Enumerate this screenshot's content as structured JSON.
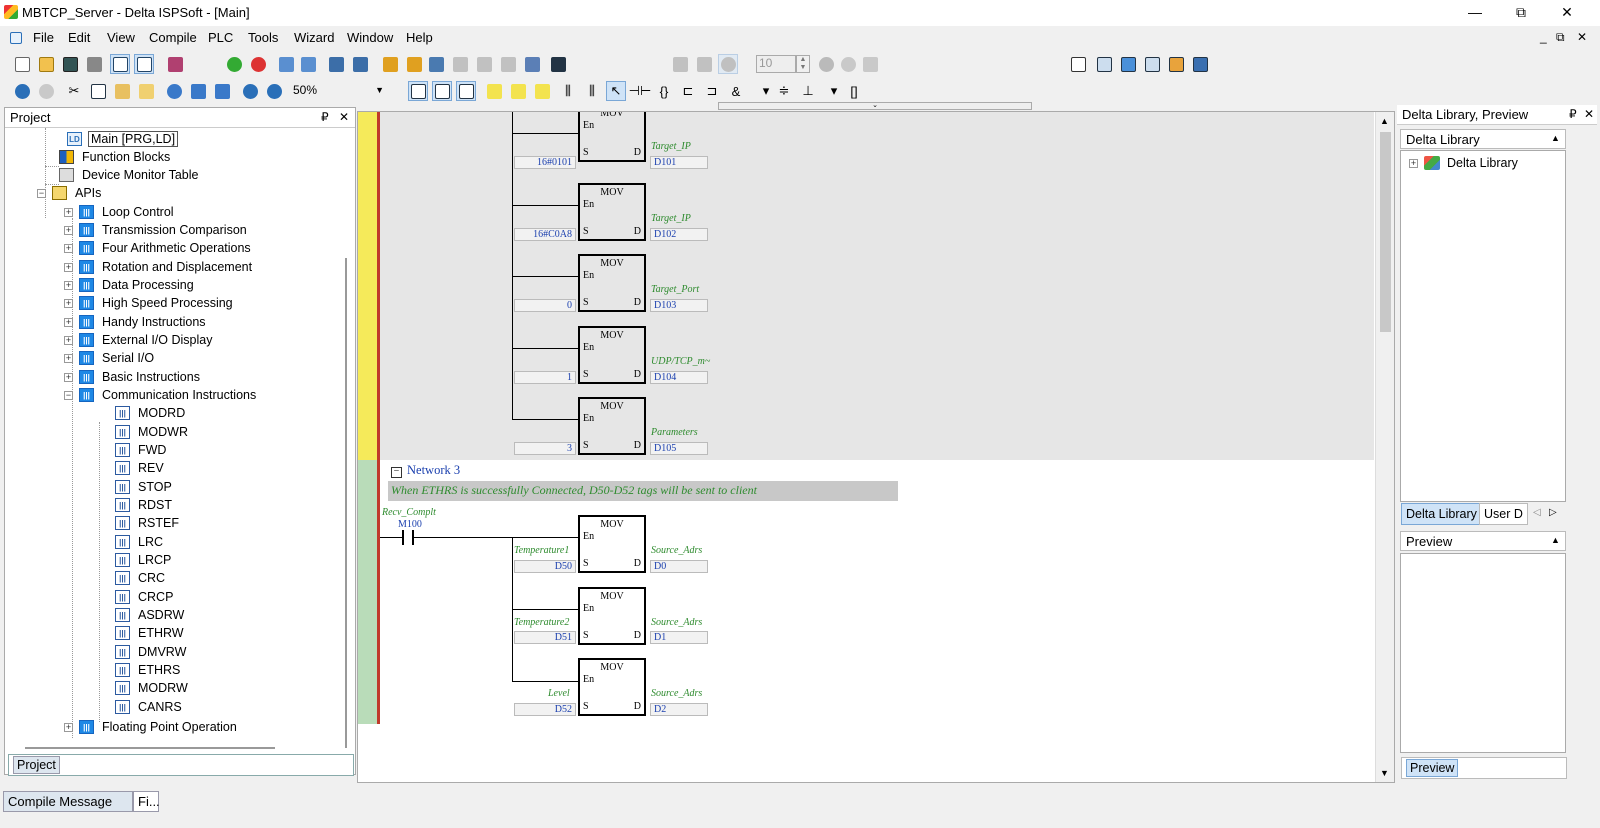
{
  "window": {
    "title": "MBTCP_Server - Delta ISPSoft - [Main]",
    "min": "—",
    "max": "⧉",
    "close": "✕"
  },
  "menu": {
    "items": [
      "File",
      "Edit",
      "View",
      "Compile",
      "PLC",
      "Tools",
      "Wizard",
      "Window",
      "Help"
    ],
    "mdi_min": "_",
    "mdi_restore": "⧉",
    "mdi_close": "✕"
  },
  "toolbar": {
    "zoom_value": "50%",
    "step_value": "10",
    "and_symbol": "&"
  },
  "project": {
    "title": "Project",
    "pin": "₽",
    "close": "✕",
    "nodes": {
      "main": "Main [PRG,LD]",
      "function_blocks": "Function Blocks",
      "device_monitor": "Device Monitor Table",
      "apis": "APIs",
      "loop_control": "Loop Control",
      "transmission": "Transmission Comparison",
      "four_arith": "Four Arithmetic Operations",
      "rotation": "Rotation and Displacement",
      "data_proc": "Data Processing",
      "high_speed": "High Speed Processing",
      "handy": "Handy Instructions",
      "ext_io": "External I/O Display",
      "serial_io": "Serial I/O",
      "basic": "Basic Instructions",
      "comm": "Communication Instructions",
      "floating": "Floating Point Operation"
    },
    "instructions": [
      "MODRD",
      "MODWR",
      "FWD",
      "REV",
      "STOP",
      "RDST",
      "RSTEF",
      "LRC",
      "LRCP",
      "CRC",
      "CRCP",
      "ASDRW",
      "ETHRW",
      "DMVRW",
      "ETHRS",
      "MODRW",
      "CANRS"
    ],
    "tab": "Project"
  },
  "ladder": {
    "block_name": "MOV",
    "en": "En",
    "s": "S",
    "d": "D",
    "net2_blocks": [
      {
        "src": "16#0101",
        "dst": "D101",
        "tag": "Target_IP"
      },
      {
        "src": "16#C0A8",
        "dst": "D102",
        "tag": "Target_IP"
      },
      {
        "src": "0",
        "dst": "D103",
        "tag": "Target_Port"
      },
      {
        "src": "1",
        "dst": "D104",
        "tag": "UDP/TCP_m~"
      },
      {
        "src": "3",
        "dst": "D105",
        "tag": "Parameters"
      }
    ],
    "network3": {
      "title": "Network 3",
      "collapse": "−",
      "comment": "When ETHRS is successfully Connected, D50-D52 tags will be sent to client",
      "contact_tag": "Recv_Complt",
      "contact_addr": "M100",
      "blocks": [
        {
          "src_tag": "Temperature1",
          "src": "D50",
          "dst": "D0",
          "dst_tag": "Source_Adrs"
        },
        {
          "src_tag": "Temperature2",
          "src": "D51",
          "dst": "D1",
          "dst_tag": "Source_Adrs"
        },
        {
          "src_tag": "Level",
          "src": "D52",
          "dst": "D2",
          "dst_tag": "Source_Adrs"
        }
      ]
    }
  },
  "right_pane": {
    "title": "Delta Library, Preview",
    "pin": "₽",
    "close": "✕",
    "library_header": "Delta Library",
    "library_node": "Delta Library",
    "tab_library": "Delta Library",
    "tab_user": "User D",
    "preview_header": "Preview",
    "tab_preview": "Preview"
  },
  "status": {
    "compile_message": "Compile Message",
    "find": "Fi..."
  }
}
